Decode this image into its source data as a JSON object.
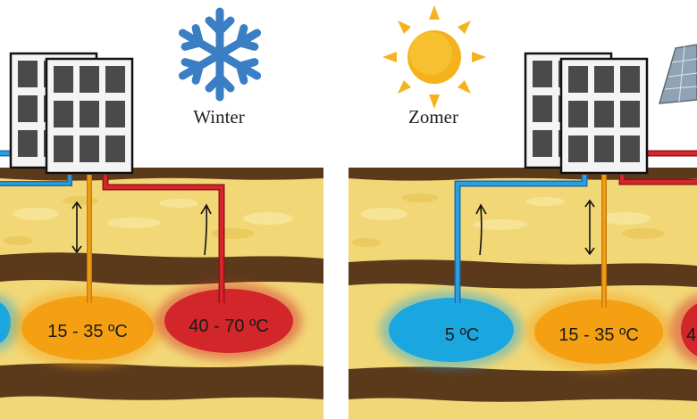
{
  "seasons": {
    "winter": "Winter",
    "summer": "Zomer"
  },
  "zones": {
    "winter_warm": "15 - 35 ºC",
    "winter_hot": "40 - 70 ºC",
    "summer_cold": "5 ºC",
    "summer_warm": "15 - 35 ºC",
    "summer_hot_partial": "4"
  },
  "icons": {
    "winter": "snowflake-icon",
    "summer": "sun-icon",
    "building": "building-icon",
    "panel": "solar-panel-icon"
  },
  "colors": {
    "cold": "#1aa7e0",
    "warm": "#f4a012",
    "hot": "#d2262a",
    "pipe_cold": "#2a9ee0",
    "pipe_hot": "#d4262c",
    "soil": "#f2d776",
    "clay": "#5b3a1c",
    "sun": "#f5b21c",
    "snow": "#3a7ec4"
  }
}
